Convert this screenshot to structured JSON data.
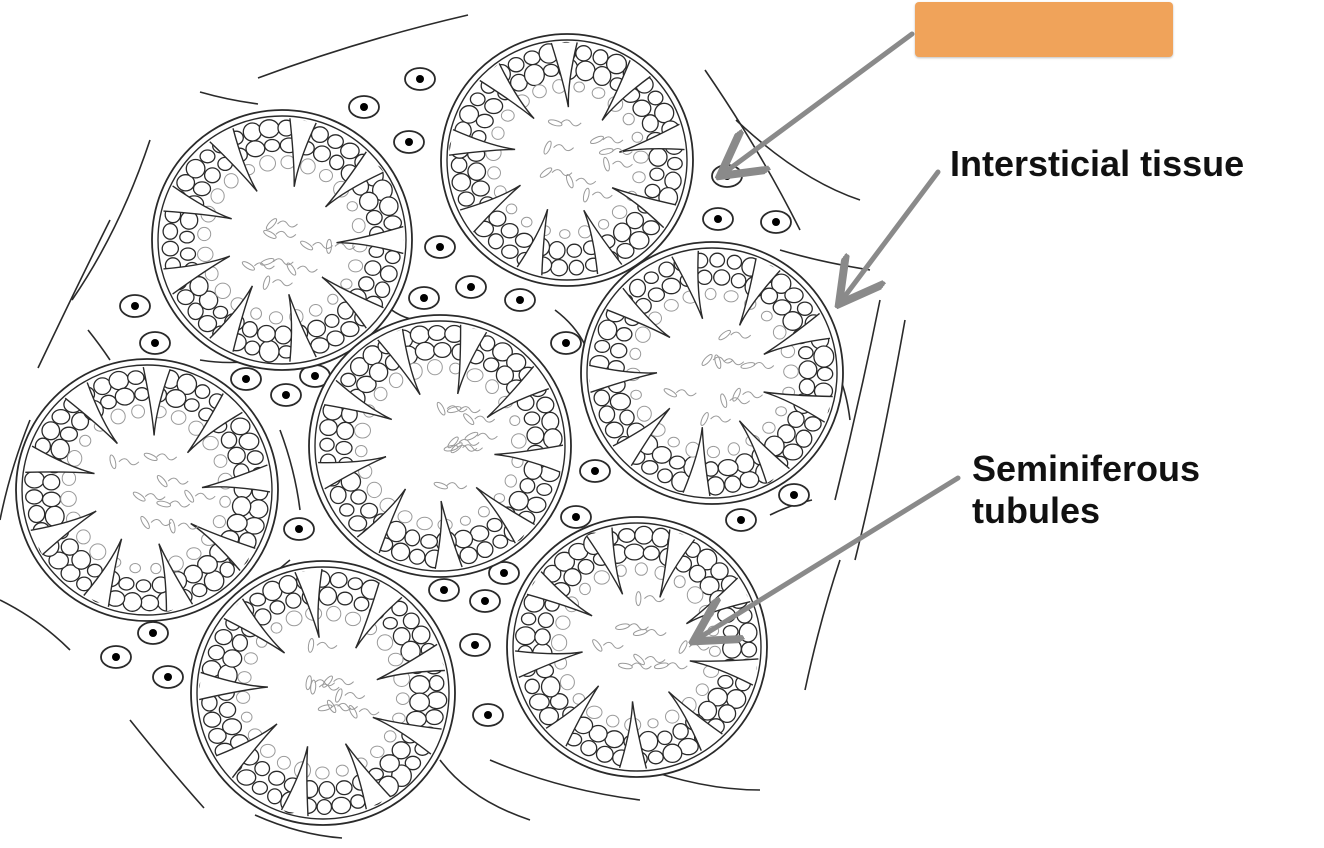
{
  "labels": {
    "interstitial": "Intersticial tissue",
    "seminiferous_line1": "Seminiferous",
    "seminiferous_line2": "tubules"
  },
  "colors": {
    "hidden_label_box": "#f0a35a",
    "arrow": "#8a8a8a",
    "outline": "#2a2a2a",
    "inner_detail": "#9a9a9a"
  }
}
